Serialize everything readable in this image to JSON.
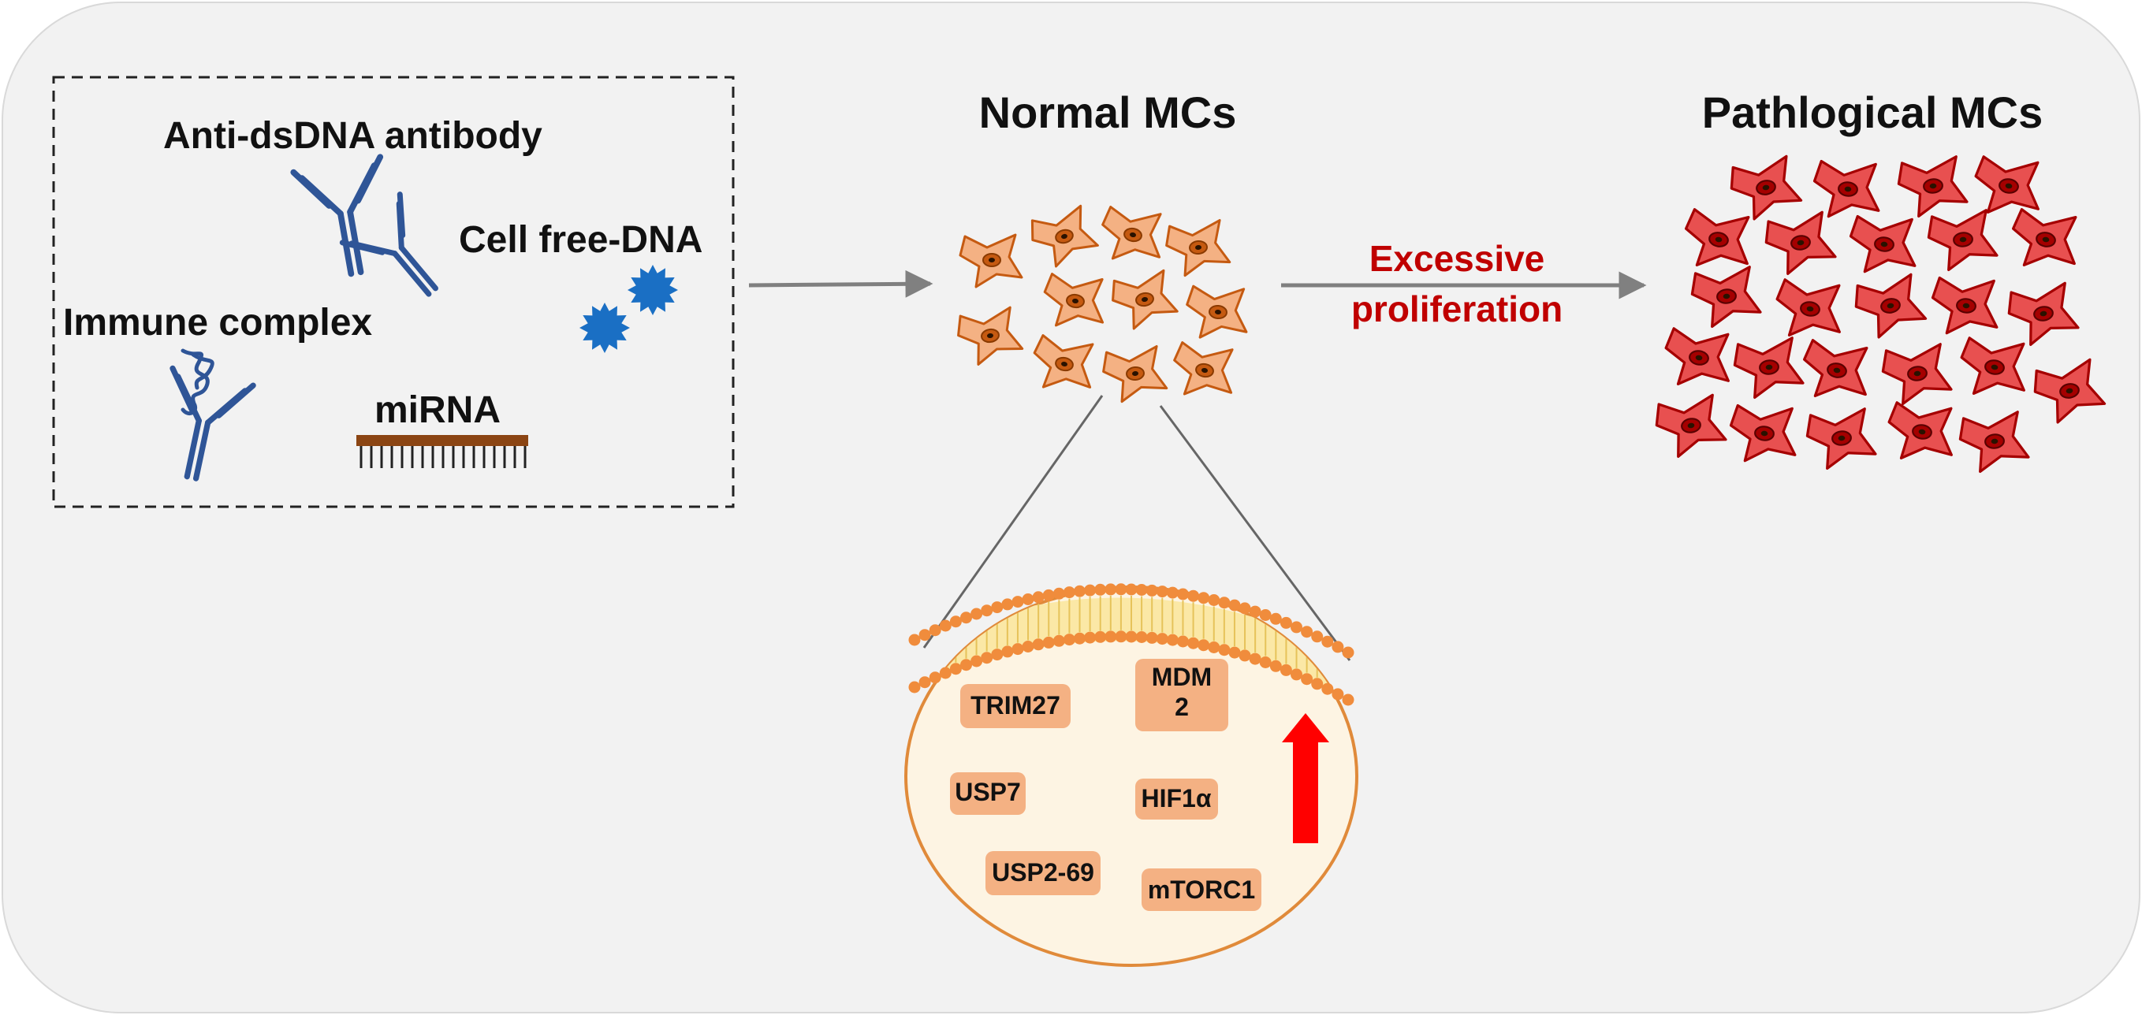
{
  "labels": {
    "anti_dsdna_antibody": "Anti-dsDNA antibody",
    "cell_free_dna": "Cell free-DNA",
    "immune_complex": "Immune complex",
    "mirna": "miRNA",
    "normal_mcs": "Normal MCs",
    "pathological_mcs": "Pathlogical MCs",
    "excessive_line1": "Excessive",
    "excessive_line2": "proliferation"
  },
  "proteins": {
    "trim27": "TRIM27",
    "mdm2_line1": "MDM",
    "mdm2_line2": "2",
    "usp7": "USP7",
    "hif1a": "HIF1α",
    "usp2_69": "USP2-69",
    "mtorc1": "mTORC1"
  },
  "colors": {
    "background_panel": "#f2f2f2",
    "antibody_blue": "#2f5597",
    "dna_star_blue": "#1a6fc4",
    "normal_cell_fill": "#f4b183",
    "normal_cell_stroke": "#c55a11",
    "pathological_cell_fill": "#e85050",
    "pathological_cell_stroke": "#a50000",
    "arrow_gray": "#808080",
    "excessive_text_red": "#c00000",
    "upregulation_arrow": "#ff0000",
    "membrane_head": "#f08c3c",
    "membrane_tail": "#fbe8a6",
    "cytoplasm": "#fdf4e3",
    "protein_box": "#f4b183",
    "mirna_bar": "#8b4513"
  },
  "icons": {
    "antibody": "y-shaped-antibody-icon",
    "dna": "blue-star-dna-icon",
    "mirna": "comb-strand-mirna-icon",
    "arrow": "right-arrow-icon",
    "upregulation": "up-arrow-icon"
  }
}
